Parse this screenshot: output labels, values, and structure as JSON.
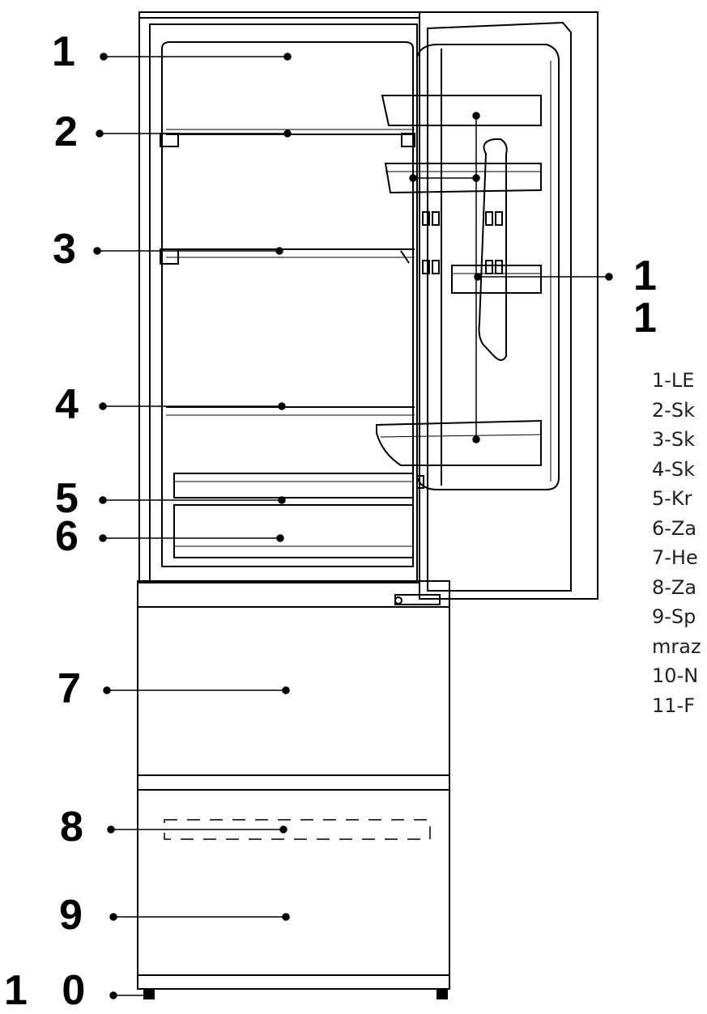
{
  "callouts": [
    {
      "label": "1"
    },
    {
      "label": "2"
    },
    {
      "label": "3"
    },
    {
      "label": "4"
    },
    {
      "label": "5"
    },
    {
      "label": "6"
    },
    {
      "label": "7"
    },
    {
      "label": "8"
    },
    {
      "label": "9"
    },
    {
      "label": "1 0"
    },
    {
      "label": "1 1"
    }
  ],
  "legend": [
    "1-LE",
    "2-Sk",
    "3-Sk",
    "4-Sk",
    "5-Kr",
    "6-Za",
    "7-He",
    "8-Za",
    "9-Sp",
    "mraz",
    "10-N",
    "11-F"
  ],
  "colors": {
    "line": "#000000",
    "background": "#ffffff",
    "text": "#222222"
  }
}
